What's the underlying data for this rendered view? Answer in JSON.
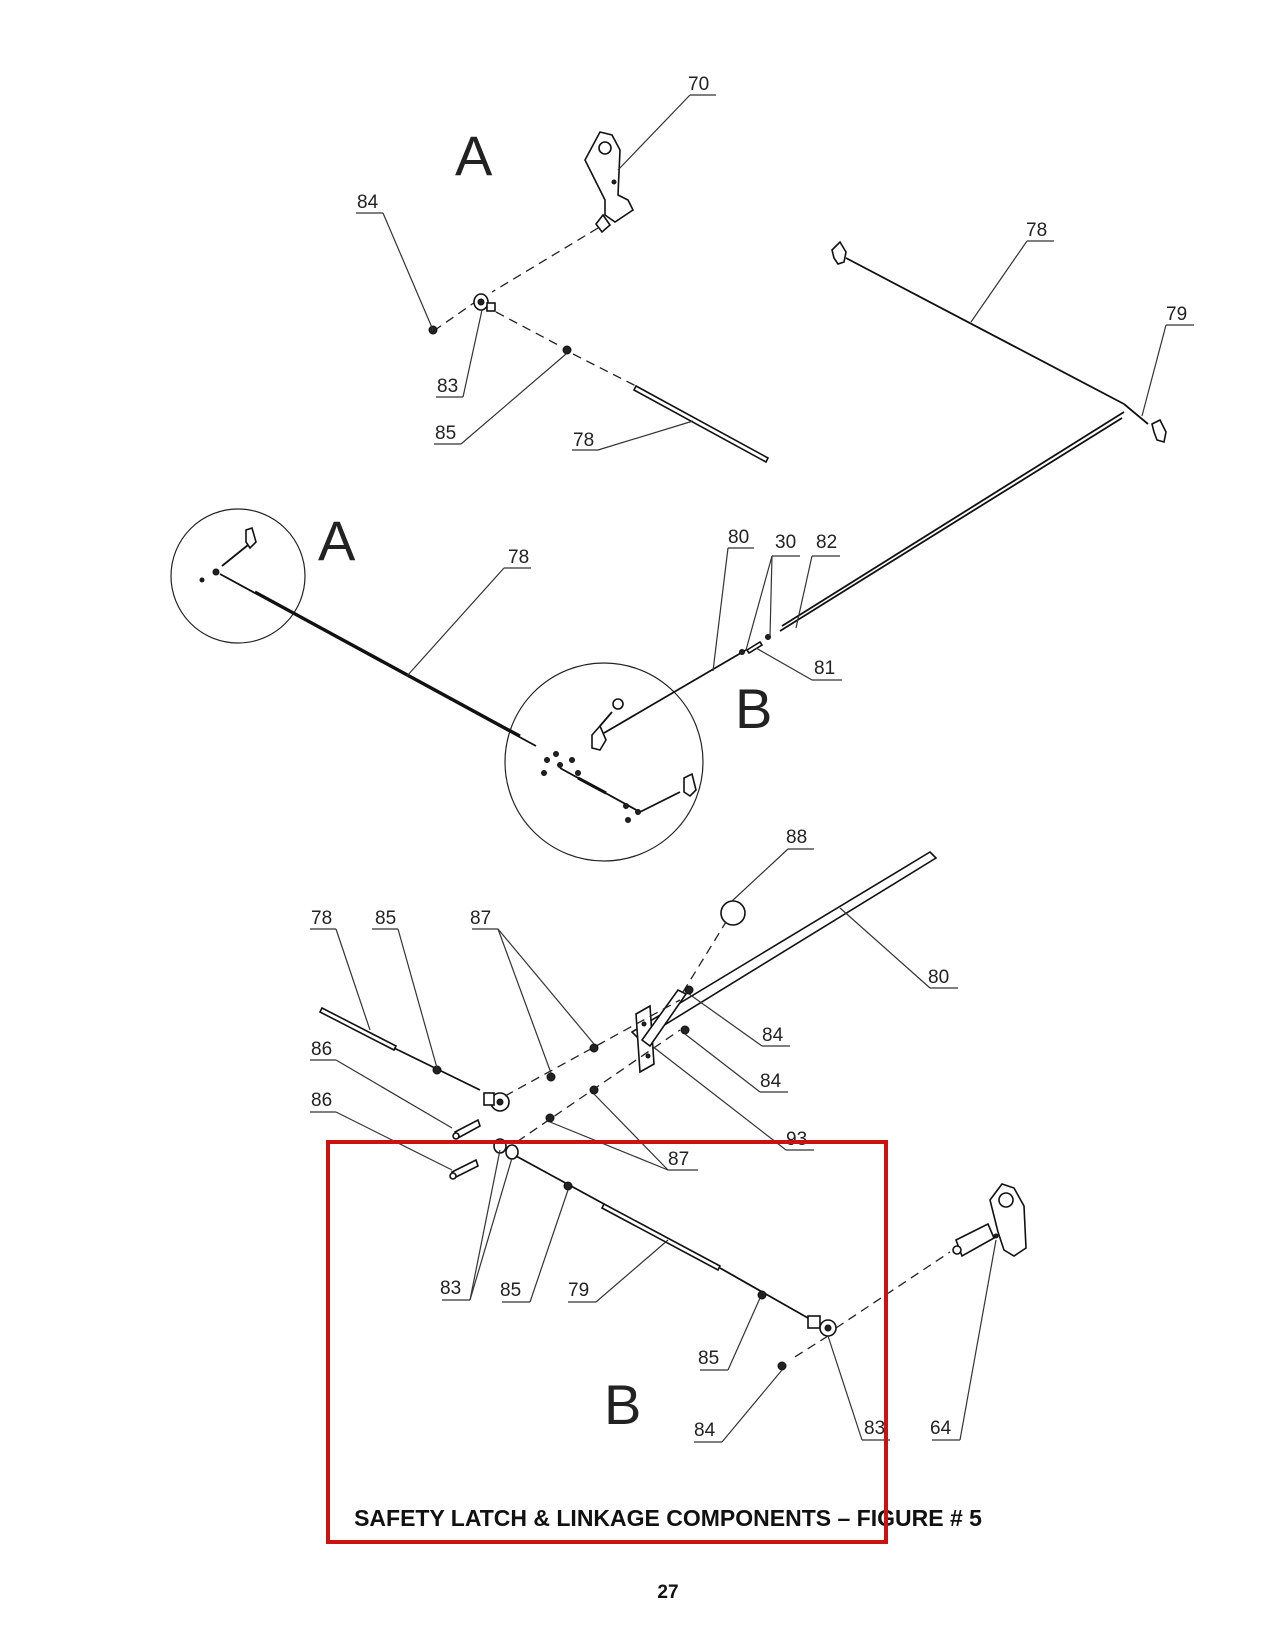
{
  "figure": {
    "caption": "SAFETY LATCH & LINKAGE COMPONENTS – FIGURE # 5",
    "page_number": "27",
    "detail_labels": {
      "a_top": "A",
      "a_mid": "A",
      "b_mid": "B",
      "b_bottom": "B"
    }
  },
  "callouts": {
    "top_70": "70",
    "top_84": "84",
    "top_83": "83",
    "top_85": "85",
    "top_78": "78",
    "right_78": "78",
    "right_79": "79",
    "mid_78": "78",
    "mid_80": "80",
    "mid_30": "30",
    "mid_82": "82",
    "mid_81": "81",
    "bot_88": "88",
    "bot_78": "78",
    "bot_85a": "85",
    "bot_87a": "87",
    "bot_80": "80",
    "bot_86a": "86",
    "bot_84a": "84",
    "bot_84b": "84",
    "bot_86b": "86",
    "bot_93": "93",
    "bot_87b": "87",
    "bot_83a": "83",
    "bot_85b": "85",
    "bot_79": "79",
    "bot_85c": "85",
    "bot_84c": "84",
    "bot_83b": "83",
    "bot_64": "64"
  },
  "colors": {
    "highlight": "#cc1111",
    "ink": "#111111"
  }
}
